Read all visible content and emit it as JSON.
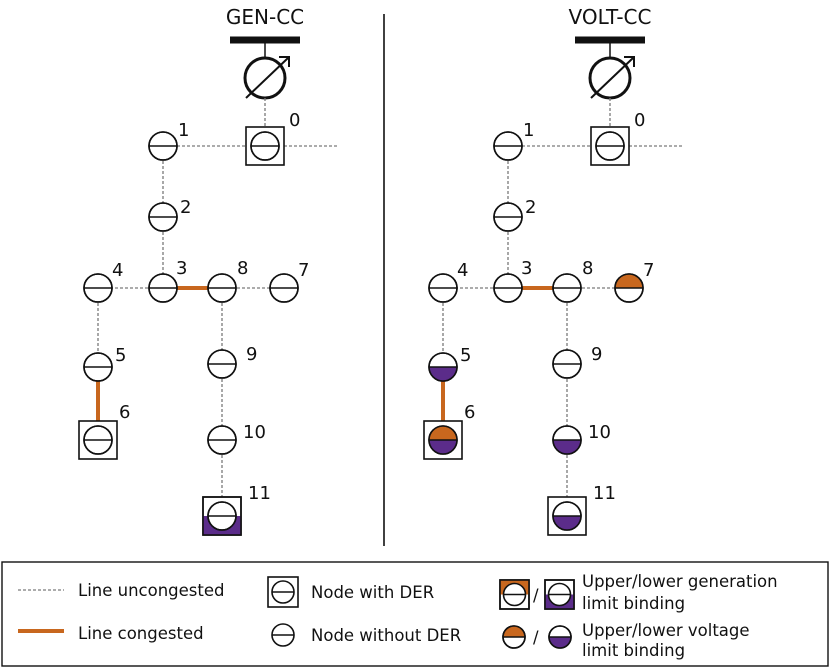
{
  "colors": {
    "congested": "#C8671E",
    "upper": "#C8671E",
    "lower": "#5B2C8A",
    "line": "#7a7a7a",
    "stroke": "#111111"
  },
  "panels": [
    {
      "id": "gen",
      "title": "GEN-CC",
      "node_labels": [
        "0",
        "1",
        "2",
        "3",
        "4",
        "5",
        "6",
        "7",
        "8",
        "9",
        "10",
        "11"
      ],
      "node_states": {
        "0": "none",
        "1": "none",
        "2": "none",
        "3": "none",
        "4": "none",
        "5": "none",
        "6": "none",
        "7": "none",
        "8": "none",
        "9": "none",
        "10": "none",
        "11": "lower-gen"
      },
      "congested_lines": [
        "3-8",
        "5-6"
      ]
    },
    {
      "id": "volt",
      "title": "VOLT-CC",
      "node_labels": [
        "0",
        "1",
        "2",
        "3",
        "4",
        "5",
        "6",
        "7",
        "8",
        "9",
        "10",
        "11"
      ],
      "node_states": {
        "0": "none",
        "1": "none",
        "2": "none",
        "3": "none",
        "4": "none",
        "5": "lower-volt",
        "6": "upper-lower-volt",
        "7": "upper-volt",
        "8": "none",
        "9": "none",
        "10": "lower-volt",
        "11": "lower-volt"
      },
      "congested_lines": [
        "3-8",
        "5-6"
      ]
    }
  ],
  "legend": {
    "line_uncongested": "Line uncongested",
    "line_congested": "Line congested",
    "node_with_der": "Node with DER",
    "node_without_der": "Node without DER",
    "gen_limit": [
      "Upper/lower generation",
      "limit binding"
    ],
    "volt_limit": [
      "Upper/lower voltage",
      "limit binding"
    ],
    "slash": "/"
  }
}
